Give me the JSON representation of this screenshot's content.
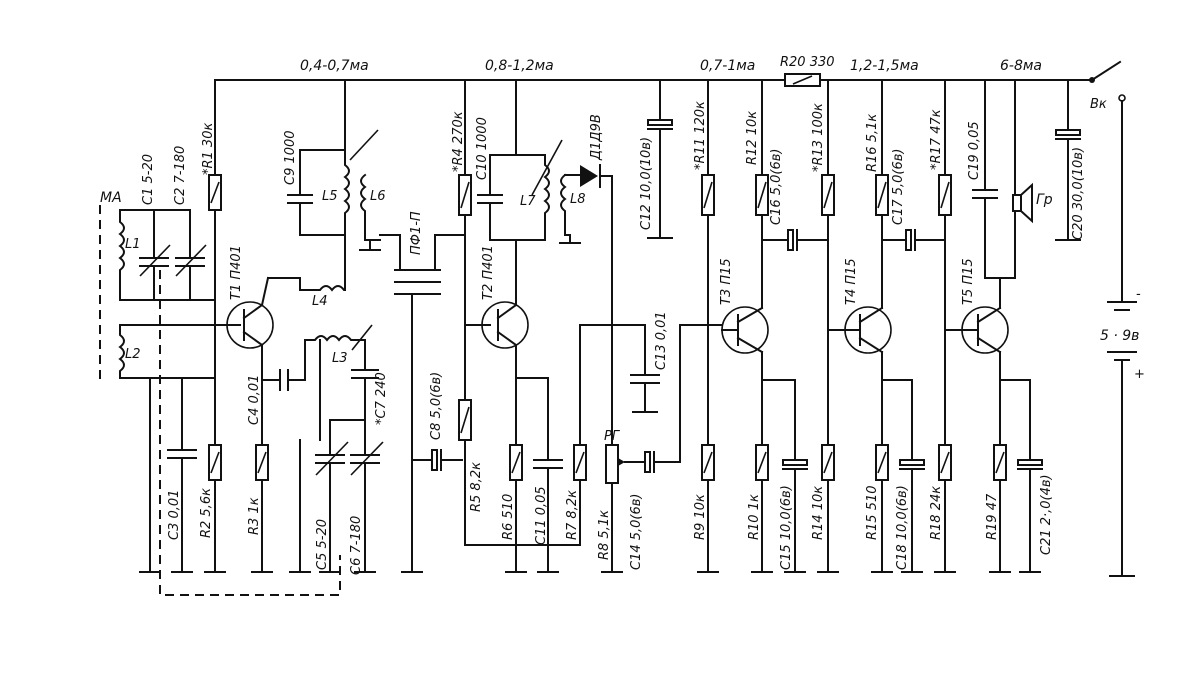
{
  "currents": {
    "i1": "0,4-0,7ма",
    "i2": "0,8-1,2ма",
    "i3": "0,7-1ма",
    "i4": "1,2-1,5ма",
    "i5": "6-8ма"
  },
  "antenna": {
    "ma": "МА",
    "l1": "L1",
    "l2": "L2"
  },
  "switch_label": "Вк",
  "battery": {
    "label": "5  ·  9в",
    "plus": "+",
    "minus": "-"
  },
  "speaker_label": "Гр",
  "filter_label": "ПФ1-П",
  "diode_label": "Д1Д9В",
  "pot_label": "РГ",
  "transistors": {
    "t1": "T1 П401",
    "t2": "T2 П401",
    "t3": "T3 П15",
    "t4": "T4 П15",
    "t5": "T5 П15"
  },
  "inductors": {
    "l3": "L3",
    "l4": "L4",
    "l5": "L5",
    "l6": "L6",
    "l7": "L7",
    "l8": "L8"
  },
  "resistors": {
    "r1": "*R1 30к",
    "r2": "R2 5,6к",
    "r3": "R3 1к",
    "r4": "*R4 270к",
    "r5": "R5 8,2к",
    "r6": "R6 510",
    "r7": "R7 8,2к",
    "r8": "R8 5,1к",
    "r9": "R9 10к",
    "r10": "R10 1к",
    "r11": "*R11 120к",
    "r12": "R12 10к",
    "r13": "*R13 100к",
    "r14": "R14 10к",
    "r15": "R15 510",
    "r16": "R16 5,1к",
    "r17": "*R17 47к",
    "r18": "R18 24к",
    "r19": "R19 47",
    "r20": "R20 330"
  },
  "capacitors": {
    "c1": "C1 5-20",
    "c2": "C2 7-180",
    "c3": "C3 0,01",
    "c4": "C4 0,01",
    "c5": "C5 5-20",
    "c6": "C6 7-180",
    "c7": "*C7 240",
    "c8": "C8 5,0(6в)",
    "c9": "C9 1000",
    "c10": "C10 1000",
    "c11": "C11 0,05",
    "c12": "C12 10,0(10в)",
    "c13": "C13 0,01",
    "c14": "C14 5,0(6в)",
    "c15": "C15 10,0(6в)",
    "c16": "C16 5,0(6в)",
    "c17": "C17 5,0(6в)",
    "c18": "C18 10,0(6в)",
    "c19": "C19 0,05",
    "c20": "C20 30,0(10в)",
    "c21": "C21 2·,0(4в)"
  }
}
